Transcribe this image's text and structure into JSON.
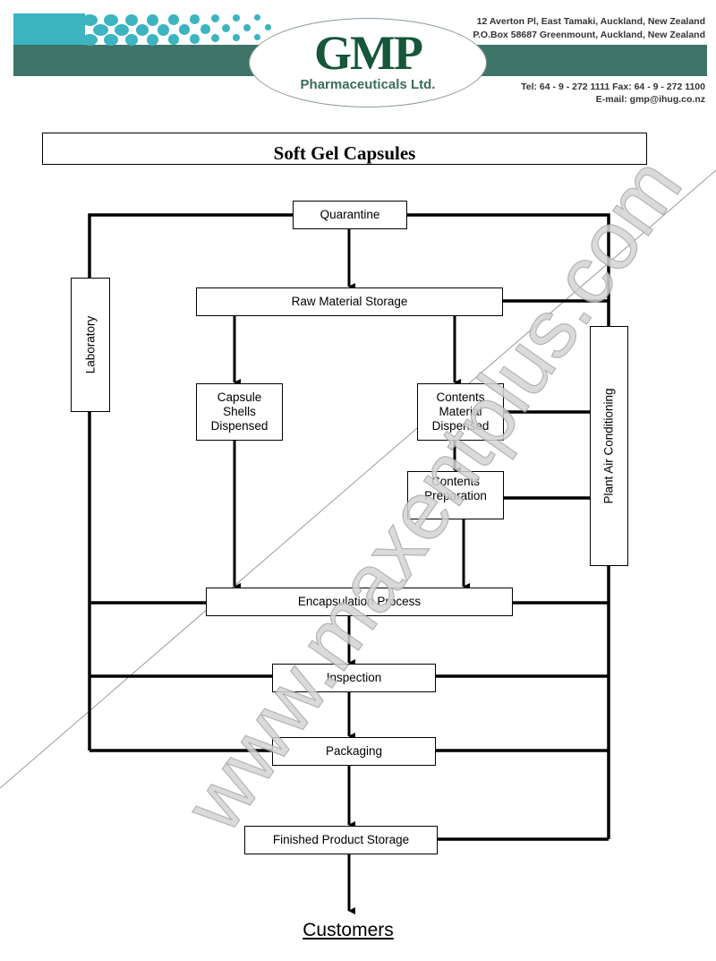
{
  "header": {
    "logo_text": "GMP",
    "logo_subtitle": "Pharmaceuticals Ltd.",
    "address_line1": "12 Averton Pl, East Tamaki,  Auckland, New Zealand",
    "address_line2": "P.O.Box  58687 Greenmount, Auckland, New Zealand",
    "phone_fax": "Tel:  64 - 9 - 272 1111    Fax: 64 - 9 - 272 1100",
    "email": "E-mail:  gmp@ihug.co.nz"
  },
  "title": "Soft Gel Capsules",
  "nodes": {
    "quarantine": "Quarantine",
    "laboratory": "Laboratory",
    "raw_material_storage": "Raw Material Storage",
    "capsule_shells": "Capsule Shells Dispensed",
    "contents_material": "Contents Material Dispensed",
    "contents_preparation": "Contents Preparation",
    "plant_air": "Plant Air Conditioning",
    "encapsulation": "Encapsulation Process",
    "inspection": "Inspection",
    "packaging": "Packaging",
    "finished_storage": "Finished Product Storage",
    "customers": "Customers"
  },
  "watermark": "www.maxentplus.com",
  "colors": {
    "brand_dark": "#3f7468",
    "brand_light": "#3cb4c2",
    "logo_green": "#16563a"
  }
}
